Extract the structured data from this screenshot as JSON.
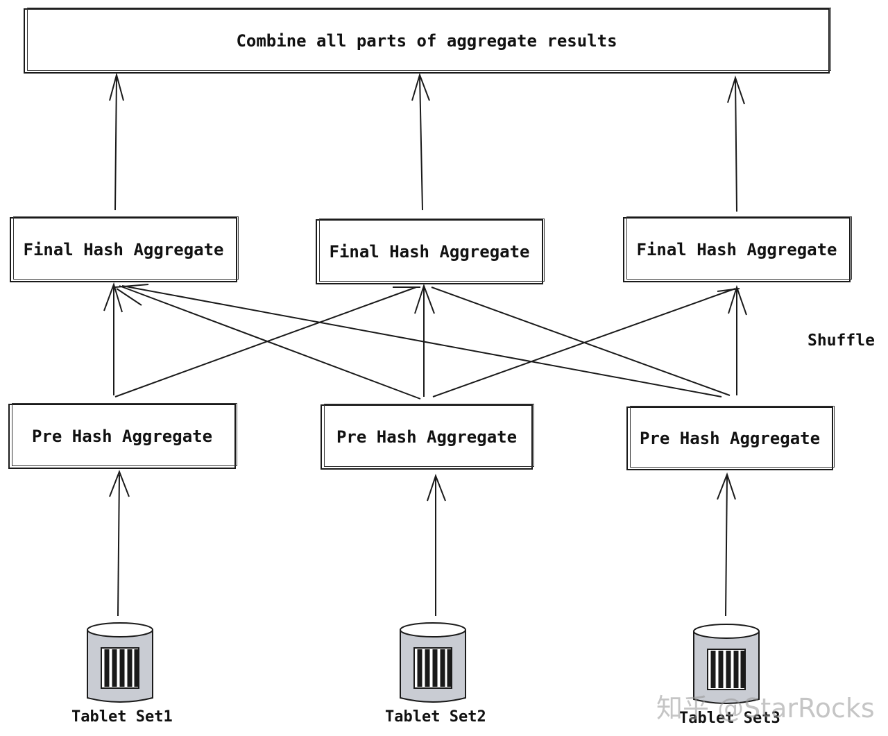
{
  "combine_box": {
    "label": "Combine all parts of aggregate results"
  },
  "final_aggregates": [
    {
      "label": "Final Hash Aggregate"
    },
    {
      "label": "Final Hash Aggregate"
    },
    {
      "label": "Final Hash Aggregate"
    }
  ],
  "pre_aggregates": [
    {
      "label": "Pre Hash Aggregate"
    },
    {
      "label": "Pre Hash Aggregate"
    },
    {
      "label": "Pre Hash Aggregate"
    }
  ],
  "tablets": [
    {
      "label": "Tablet Set1"
    },
    {
      "label": "Tablet Set2"
    },
    {
      "label": "Tablet Set3"
    }
  ],
  "shuffle_label": "Shuffle",
  "watermark": "知乎 @StarRocks",
  "colors": {
    "stroke": "#1a1a1a",
    "cylinder_fill": "#c9ccd3",
    "background": "#ffffff"
  }
}
